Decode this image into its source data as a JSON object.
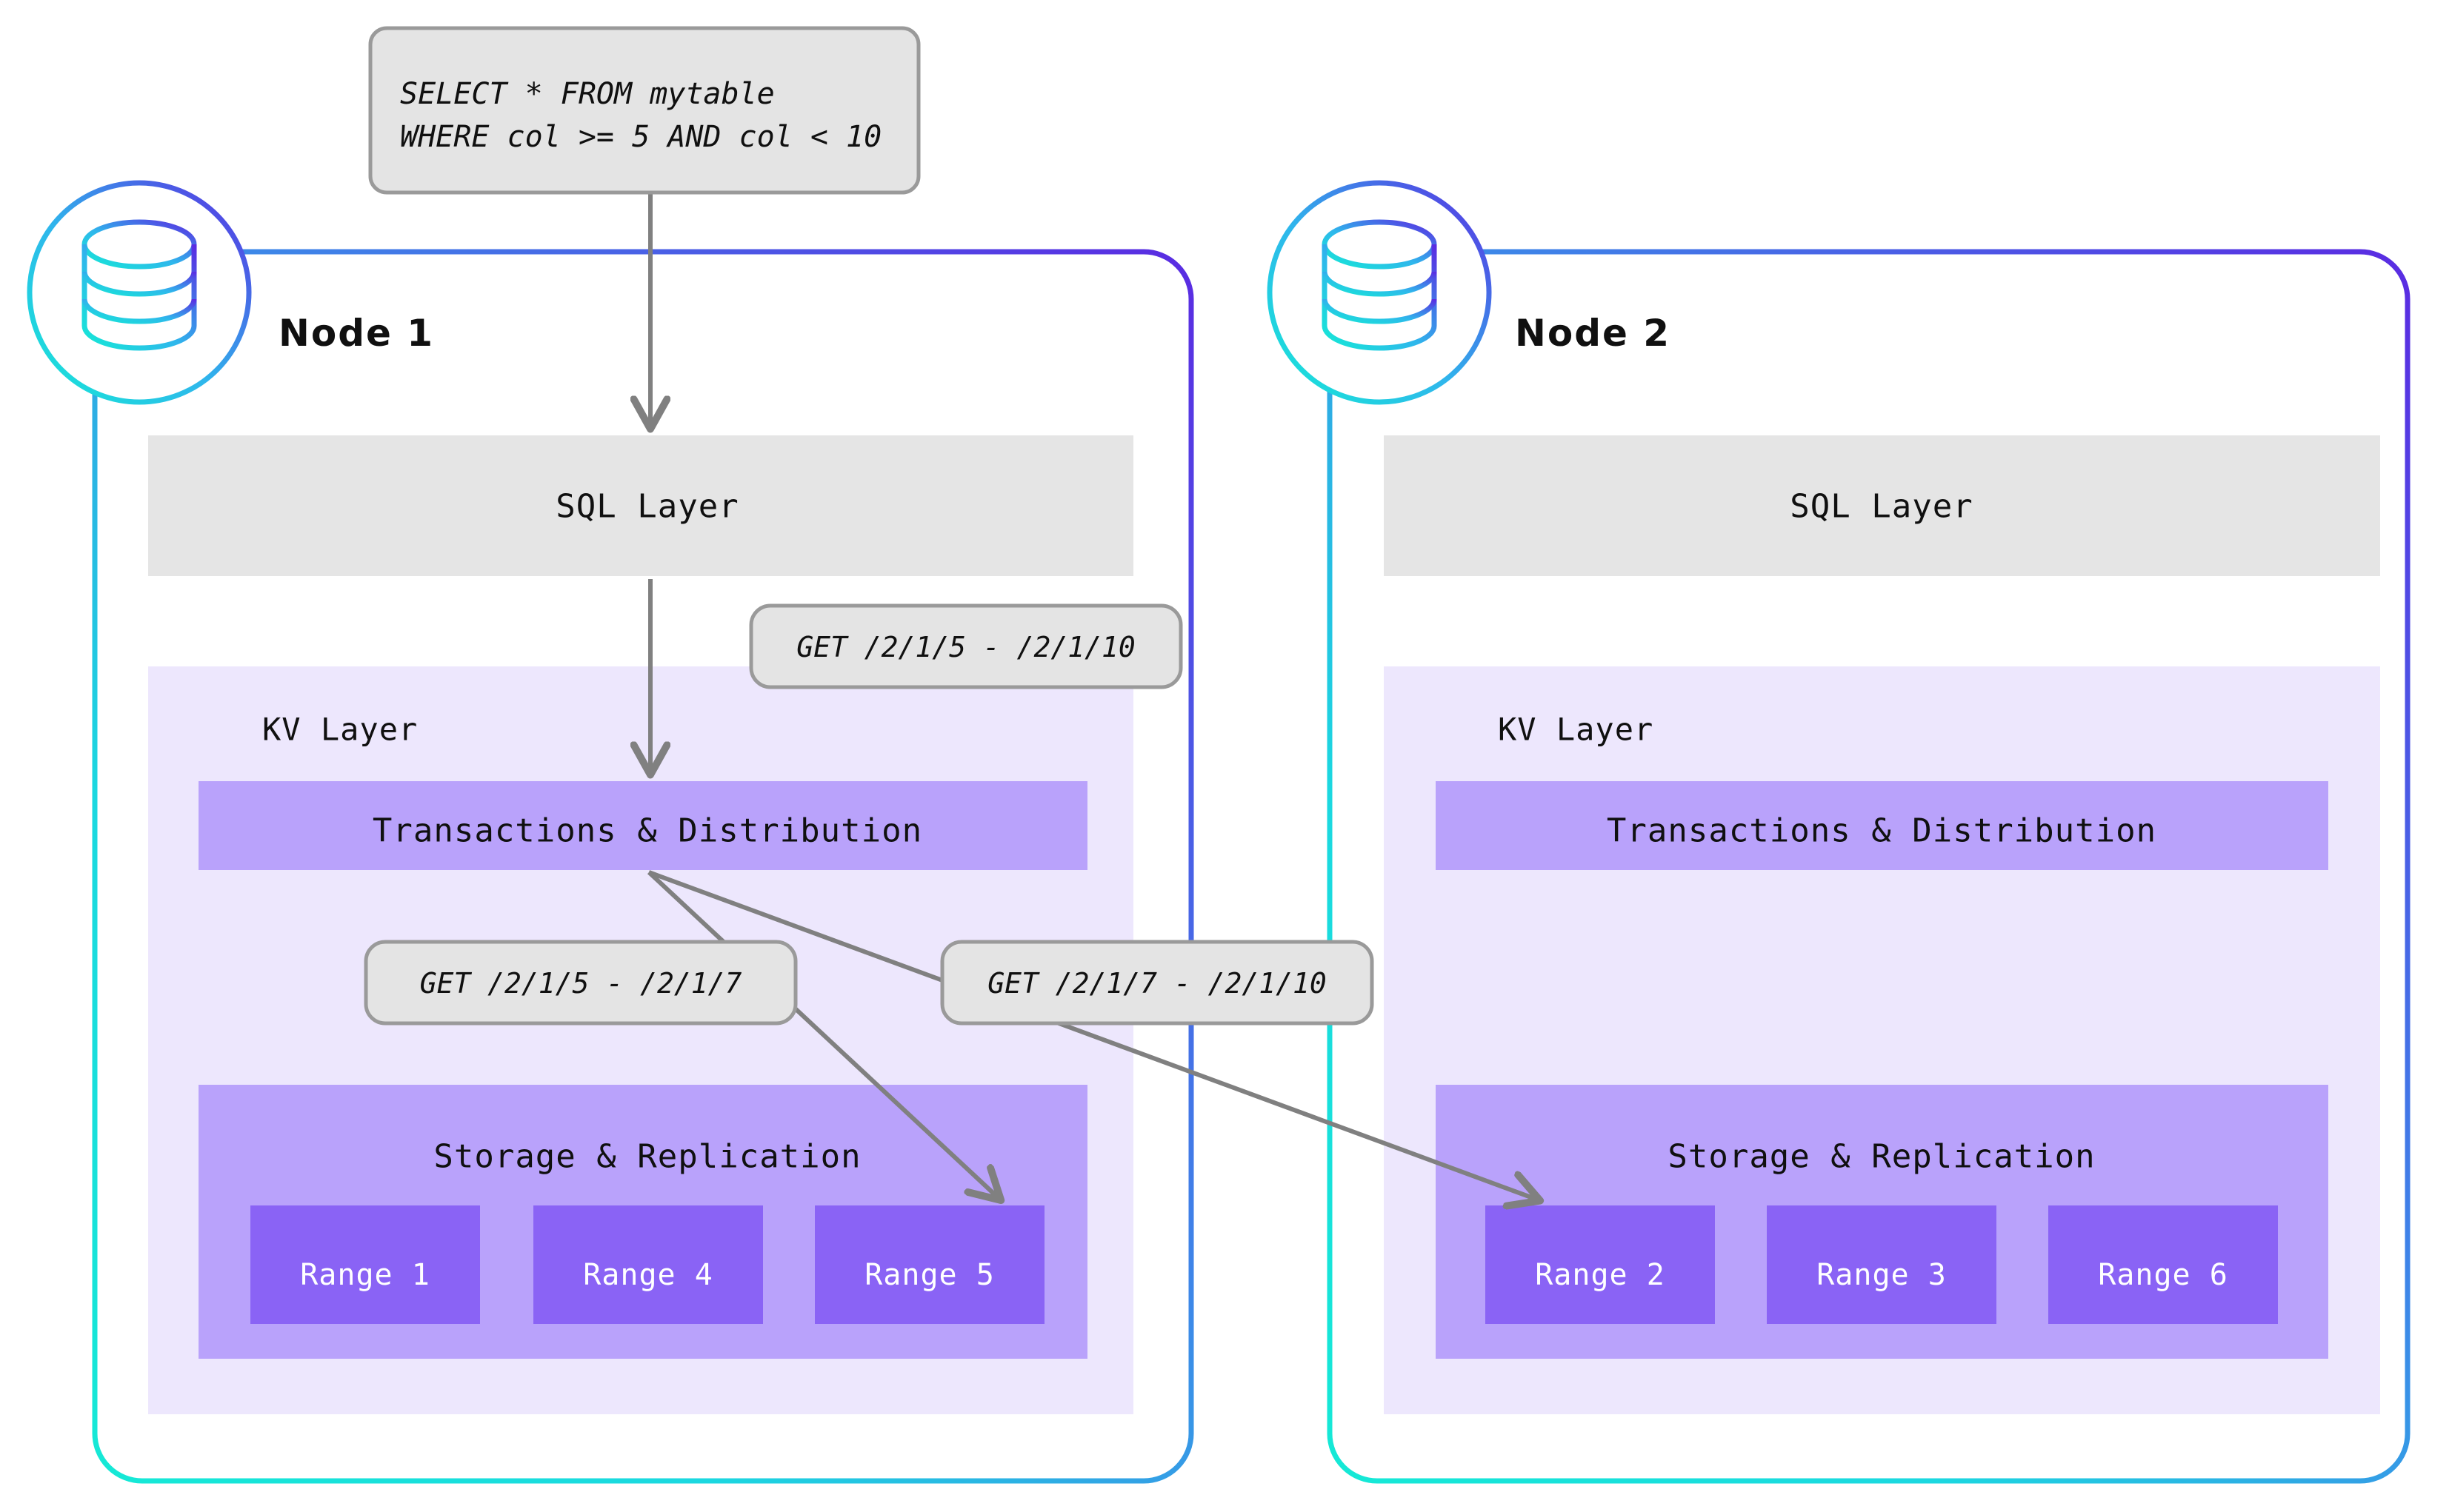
{
  "diagram": {
    "title": "CockroachDB distributed query execution across two nodes",
    "colors": {
      "background": "#ffffff",
      "node_border_gradient_start": "#18E8D8",
      "node_border_gradient_end": "#5A2BE2",
      "sql_layer_fill": "#e5e5e5",
      "kv_layer_fill": "#ede7fd",
      "band_fill": "#b9a2fb",
      "range_fill": "#8a63f5",
      "range_text": "#ffffff",
      "callout_fill": "#e4e4e4",
      "callout_stroke": "#9a9a9a",
      "arrow_color": "#808080",
      "text_color": "#101010"
    },
    "query_box": {
      "line1": "SELECT * FROM mytable",
      "line2": "WHERE col >= 5 AND col < 10"
    },
    "nodes": [
      {
        "id": "node-1",
        "label": "Node 1",
        "sql_layer": {
          "label": "SQL Layer"
        },
        "kv_layer": {
          "label": "KV Layer",
          "transactions_band": {
            "label": "Transactions & Distribution"
          },
          "storage_band": {
            "label": "Storage & Replication",
            "ranges": [
              {
                "label": "Range 1"
              },
              {
                "label": "Range 4"
              },
              {
                "label": "Range 5"
              }
            ]
          }
        }
      },
      {
        "id": "node-2",
        "label": "Node 2",
        "sql_layer": {
          "label": "SQL Layer"
        },
        "kv_layer": {
          "label": "KV Layer",
          "transactions_band": {
            "label": "Transactions & Distribution"
          },
          "storage_band": {
            "label": "Storage & Replication",
            "ranges": [
              {
                "label": "Range 2"
              },
              {
                "label": "Range 3"
              },
              {
                "label": "Range 6"
              }
            ]
          }
        }
      }
    ],
    "callouts": [
      {
        "id": "callout-full-range",
        "label": "GET /2/1/5 - /2/1/10"
      },
      {
        "id": "callout-local-range",
        "label": "GET /2/1/5 - /2/1/7"
      },
      {
        "id": "callout-remote-range",
        "label": "GET /2/1/7 - /2/1/10"
      }
    ],
    "arrows": [
      {
        "id": "arrow-query-to-sql",
        "from": "query-box",
        "to": "node-1-sql-layer"
      },
      {
        "id": "arrow-sql-to-kv",
        "from": "node-1-sql-layer",
        "to": "node-1-transactions-band"
      },
      {
        "id": "arrow-kv-to-range5",
        "from": "node-1-transactions-band",
        "to": "node-1-range-5"
      },
      {
        "id": "arrow-kv-to-range2",
        "from": "node-1-transactions-band",
        "to": "node-2-range-2"
      }
    ]
  }
}
